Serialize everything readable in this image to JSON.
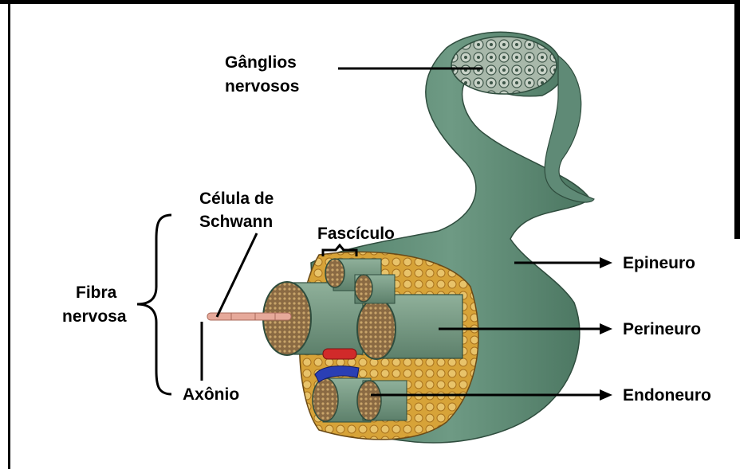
{
  "labels": {
    "ganglios_line1": "Gânglios",
    "ganglios_line2": "nervosos",
    "celula_line1": "Célula de",
    "celula_line2": "Schwann",
    "fasciculo": "Fascículo",
    "fibra_line1": "Fibra",
    "fibra_line2": "nervosa",
    "axonio": "Axônio",
    "epineuro": "Epineuro",
    "perineuro": "Perineuro",
    "endoneuro": "Endoneuro"
  },
  "colors": {
    "border": "#000000",
    "epineurium": "#5f8a76",
    "epineurium_dark": "#46705d",
    "fat": "#d7a338",
    "fascicle": "#7fa08b",
    "fascicle_core": "#8a6a43",
    "artery": "#d12a2a",
    "vein": "#2a3fb4",
    "schwann": "#e6a99a"
  }
}
